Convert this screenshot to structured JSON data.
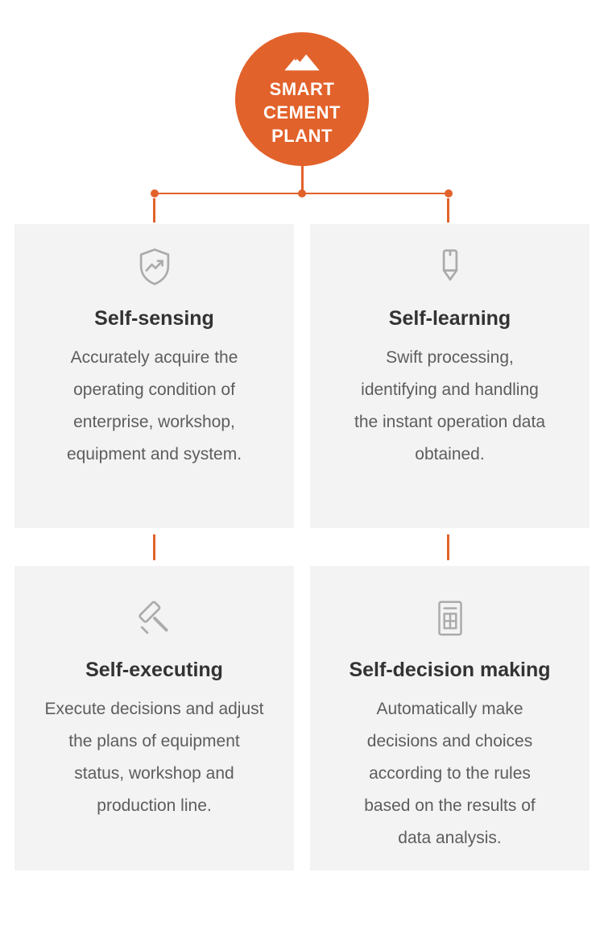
{
  "hub": {
    "line1": "SMART",
    "line2": "CEMENT",
    "line3": "PLANT"
  },
  "cards": [
    {
      "icon": "shield-trend-icon",
      "title": "Self-sensing",
      "body": "Accurately acquire the\noperating condition of\nenterprise, workshop,\nequipment and system."
    },
    {
      "icon": "pen-bookmark-icon",
      "title": "Self-learning",
      "body": "Swift processing,\nidentifying and handling\nthe instant operation data\nobtained."
    },
    {
      "icon": "gavel-icon",
      "title": "Self-executing",
      "body": "Execute decisions and adjust\nthe plans of equipment\nstatus, workshop and\nproduction line."
    },
    {
      "icon": "document-grid-icon",
      "title": "Self-decision making",
      "body": "Automatically make\ndecisions and choices\naccording to the rules\nbased on the results of\ndata analysis."
    }
  ],
  "colors": {
    "accent": "#E2622B",
    "card_bg": "#F3F3F3",
    "title_text": "#333333",
    "body_text": "#5d5d5d",
    "icon_stroke": "#ABABAB"
  }
}
